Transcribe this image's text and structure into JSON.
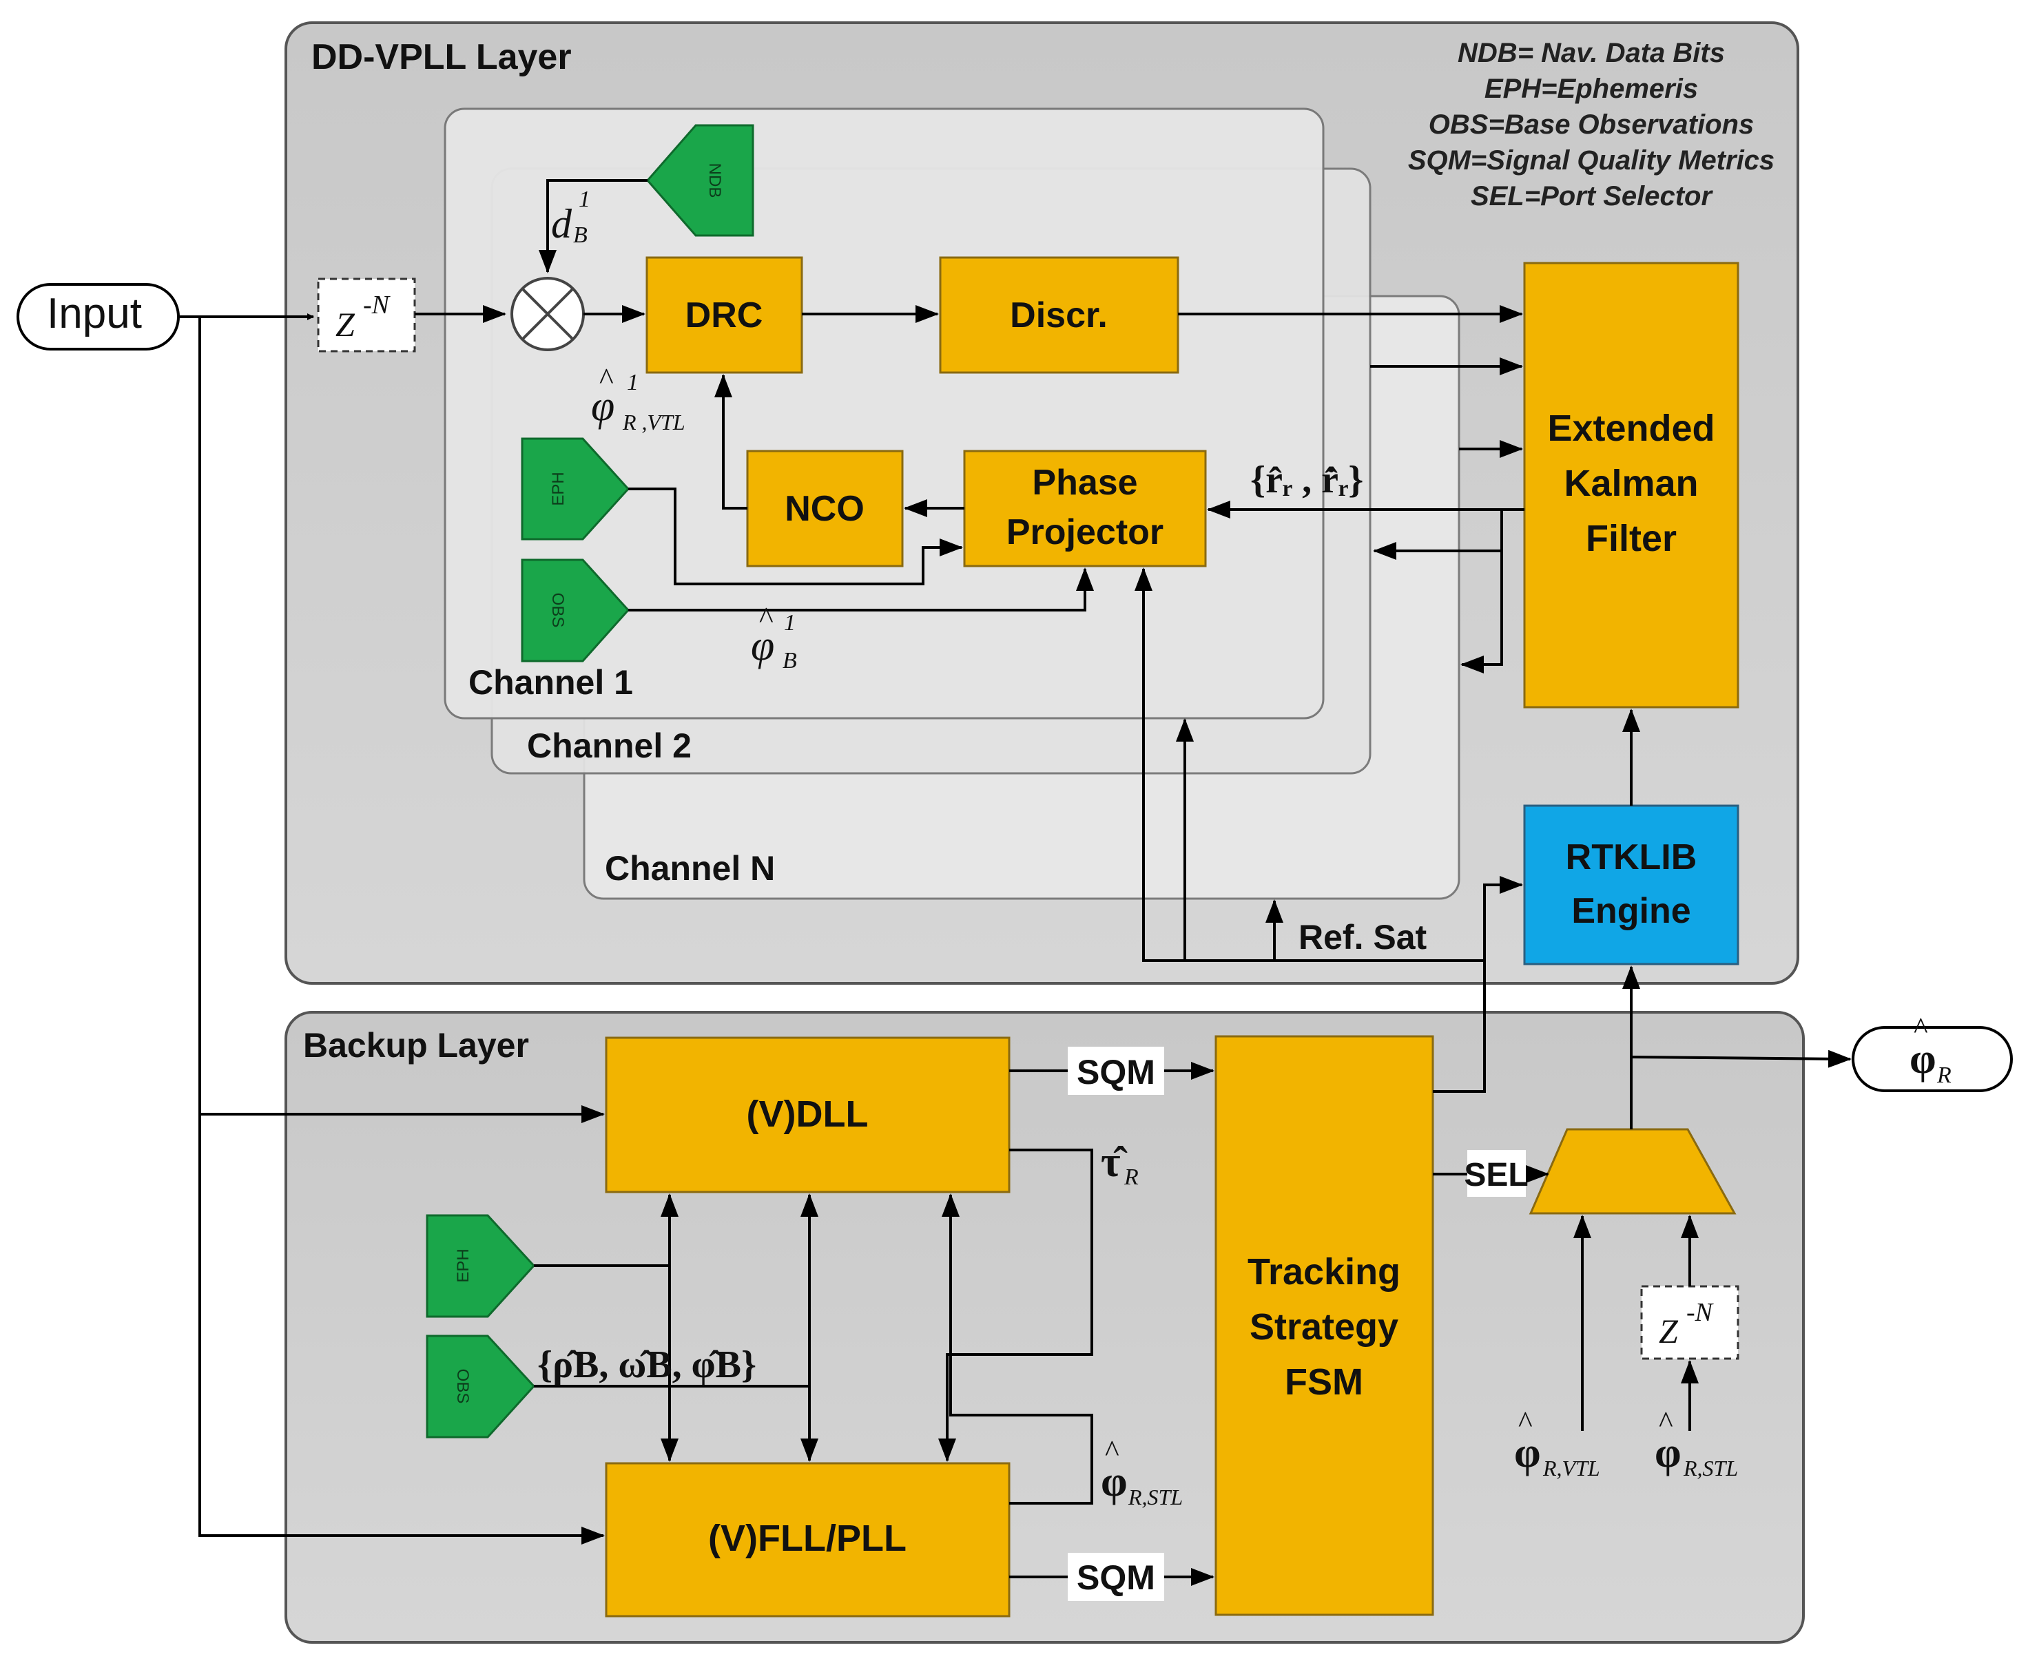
{
  "input_label": "Input",
  "delay_top": "Z",
  "delay_bottom": "Z",
  "delay_exp": "-N",
  "layers": {
    "dd_vpll": "DD-VPLL Layer",
    "backup": "Backup Layer"
  },
  "legend": [
    "NDB= Nav. Data Bits",
    "EPH=Ephemeris",
    "OBS=Base Observations",
    "SQM=Signal Quality Metrics",
    "SEL=Port Selector"
  ],
  "channels": [
    "Channel 1",
    "Channel 2",
    "Channel N"
  ],
  "blocks": {
    "drc": "DRC",
    "discr": "Discr.",
    "nco": "NCO",
    "phase_projector": [
      "Phase",
      "Projector"
    ],
    "ekf": [
      "Extended",
      "Kalman",
      "Filter"
    ],
    "rtklib": [
      "RTKLIB",
      "Engine"
    ],
    "vdll": "(V)DLL",
    "vfll": "(V)FLL/PLL",
    "fsm": [
      "Tracking",
      "Strategy",
      "FSM"
    ]
  },
  "tags": {
    "ndb": "NDB",
    "eph": "EPH",
    "obs": "OBS"
  },
  "signals": {
    "sqm": "SQM",
    "sel": "SEL",
    "ref_sat": "Ref. Sat",
    "d_B": "d",
    "d_B_sub": "B",
    "d_B_sup": "1",
    "phi": "φ",
    "phi_R_VTL_sub": "R ,VTL",
    "phi_R_VTL_sup": "1",
    "phi_B_sub": "B",
    "phi_B_sup": "1",
    "r_set": "{r̂ᵣ , r̂̇ᵣ}",
    "rho_set": "{ρ̂B, ω̂B, φ̂B}",
    "tau_R": "τ̂",
    "tau_sub": "R",
    "phi_R_STL_sub": "R,STL",
    "phi_R_VTL2_sub": "R,VTL",
    "phi_R_out_sub": "R"
  },
  "colors": {
    "block": "#f2b400",
    "rtklib": "#10a6e6",
    "tag": "#1aa64a",
    "layer": "#d4d4d4"
  }
}
